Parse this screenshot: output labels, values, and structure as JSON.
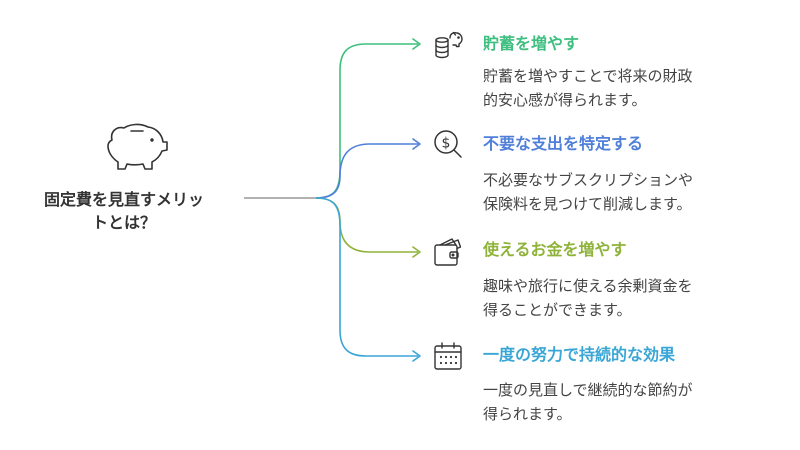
{
  "center": {
    "title_line1": "固定費を見直すメリッ",
    "title_line2": "トとは？",
    "icon": "piggy-bank-icon"
  },
  "branches": [
    {
      "heading": "貯蓄を増やす",
      "desc_line1": "貯蓄を増やすことで将来の財政",
      "desc_line2": "的安心感が得られます。",
      "icon": "coins-piggy-icon",
      "color": "#3fbf7f"
    },
    {
      "heading": "不要な支出を特定する",
      "desc_line1": "不必要なサブスクリプションや",
      "desc_line2": "保険料を見つけて削減します。",
      "icon": "dollar-magnifier-icon",
      "color": "#4f7fd9"
    },
    {
      "heading": "使えるお金を増やす",
      "desc_line1": "趣味や旅行に使える余剰資金を",
      "desc_line2": "得ることができます。",
      "icon": "wallet-icon",
      "color": "#8fb33a"
    },
    {
      "heading": "一度の努力で持続的な効果",
      "desc_line1": "一度の見直しで継続的な節約が",
      "desc_line2": "得られます。",
      "icon": "calendar-icon",
      "color": "#3aa6d6"
    }
  ]
}
